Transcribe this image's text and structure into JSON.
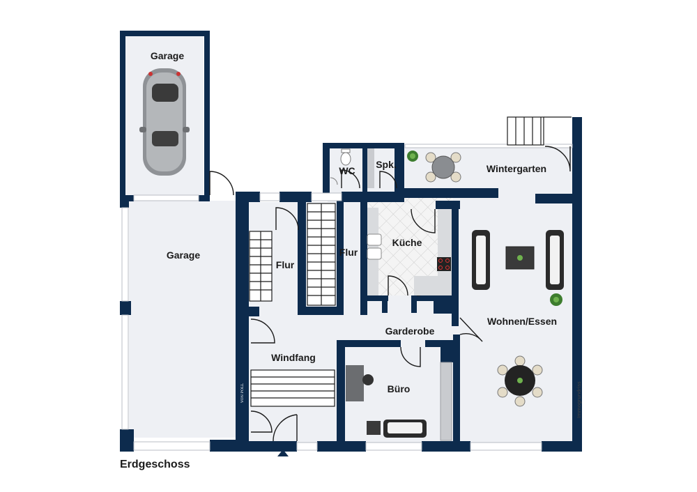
{
  "floor_label": "Erdgeschoss",
  "rooms": {
    "garage_top": "Garage",
    "garage_main": "Garage",
    "wc": "WC",
    "spk": "Spk.",
    "wintergarten": "Wintergarten",
    "flur_left": "Flur",
    "flur_right": "Flur",
    "kueche": "Küche",
    "garderobe": "Garderobe",
    "wohnen_essen": "Wohnen/Essen",
    "windfang": "Windfang",
    "buero": "Büro"
  },
  "credit": "Immogrundriss",
  "logo": "VON POLL",
  "colors": {
    "wall": "#0d2b4d",
    "floor": "#eef0f4",
    "kitchen_tile": "#f3f3f3"
  }
}
